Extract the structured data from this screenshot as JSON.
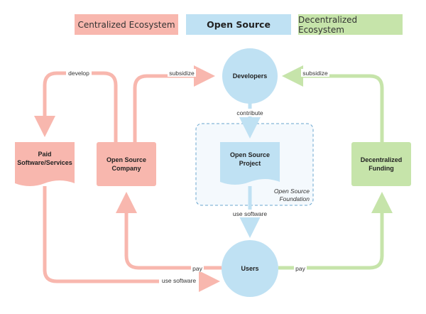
{
  "legend": {
    "centralized": "Centralized Ecosystem",
    "open_source": "Open Source",
    "decentralized": "Decentralized Ecosystem"
  },
  "colors": {
    "centralized": "#f8b7ae",
    "open_source": "#bfe1f3",
    "decentralized": "#c6e4aa"
  },
  "nodes": {
    "developers": "Developers",
    "paid_1": "Paid",
    "paid_2": "Software/Services",
    "osc_1": "Open Source",
    "osc_2": "Company",
    "project_1": "Open Source",
    "project_2": "Project",
    "foundation_1": "Open Source",
    "foundation_2": "Foundation",
    "funding_1": "Decentralized",
    "funding_2": "Funding",
    "users": "Users"
  },
  "edges": {
    "develop": "develop",
    "subsidize_left": "subsidize",
    "subsidize_right": "subsidize",
    "contribute": "contribute",
    "use_software_center": "use software",
    "pay_left": "pay",
    "pay_right": "pay",
    "use_software_bottom": "use software"
  }
}
